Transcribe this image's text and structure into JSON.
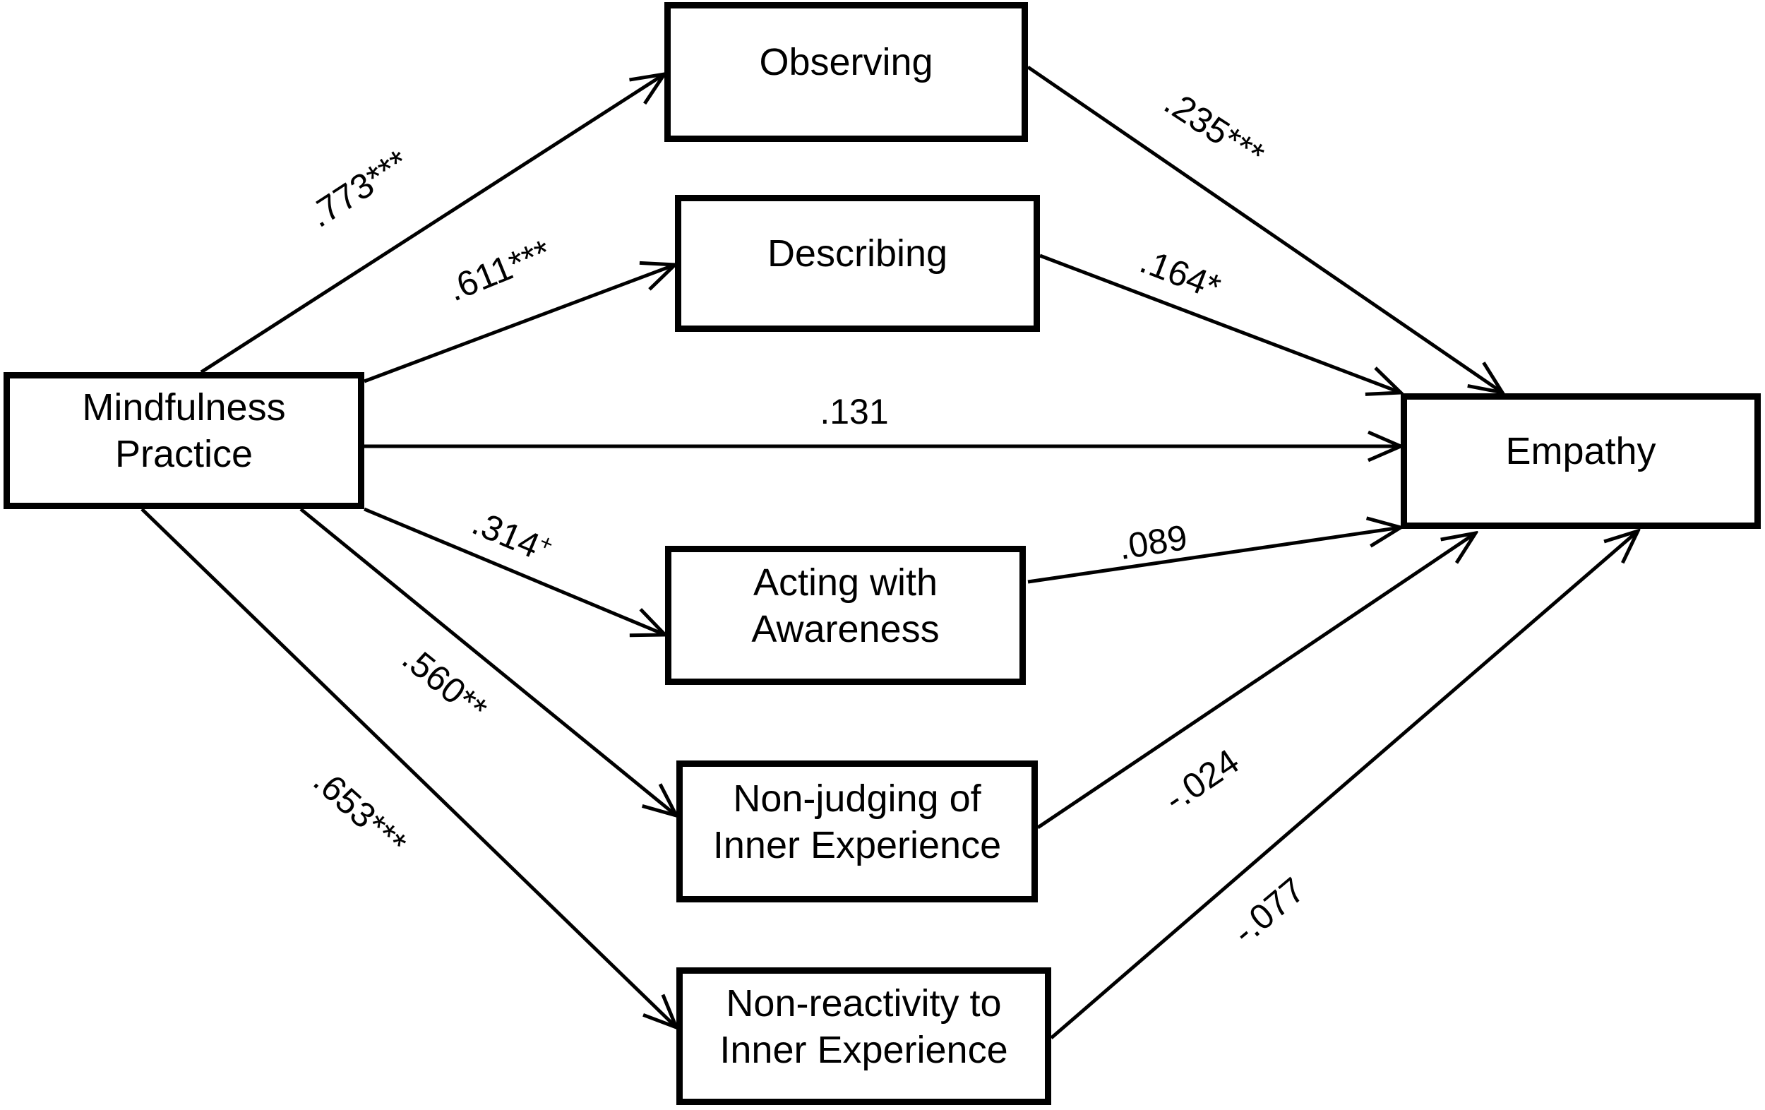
{
  "diagram": {
    "nodes": {
      "mindfulness": {
        "label": "Mindfulness\nPractice"
      },
      "observing": {
        "label": "Observing"
      },
      "describing": {
        "label": "Describing"
      },
      "acting": {
        "label": "Acting with\nAwareness"
      },
      "nonjudging": {
        "label": "Non-judging of\nInner Experience"
      },
      "nonreactivity": {
        "label": "Non-reactivity to\nInner Experience"
      },
      "empathy": {
        "label": "Empathy"
      }
    },
    "paths": [
      {
        "from": "Mindfulness Practice",
        "to": "Observing",
        "coefficient": ".773",
        "significance": "***",
        "text": ".773***"
      },
      {
        "from": "Mindfulness Practice",
        "to": "Describing",
        "coefficient": ".611",
        "significance": "***",
        "text": ".611***"
      },
      {
        "from": "Mindfulness Practice",
        "to": "Empathy",
        "coefficient": ".131",
        "significance": "",
        "text": ".131"
      },
      {
        "from": "Mindfulness Practice",
        "to": "Acting with Awareness",
        "coefficient": ".314",
        "significance": "+",
        "text": ".314+"
      },
      {
        "from": "Mindfulness Practice",
        "to": "Non-judging of Inner Experience",
        "coefficient": ".560",
        "significance": "**",
        "text": ".560**"
      },
      {
        "from": "Mindfulness Practice",
        "to": "Non-reactivity to Inner Experience",
        "coefficient": ".653",
        "significance": "***",
        "text": ".653***"
      },
      {
        "from": "Observing",
        "to": "Empathy",
        "coefficient": ".235",
        "significance": "***",
        "text": ".235***"
      },
      {
        "from": "Describing",
        "to": "Empathy",
        "coefficient": ".164",
        "significance": "*",
        "text": ".164*"
      },
      {
        "from": "Acting with Awareness",
        "to": "Empathy",
        "coefficient": ".089",
        "significance": "",
        "text": ".089"
      },
      {
        "from": "Non-judging of Inner Experience",
        "to": "Empathy",
        "coefficient": "-.024",
        "significance": "",
        "text": "-.024"
      },
      {
        "from": "Non-reactivity to Inner Experience",
        "to": "Empathy",
        "coefficient": "-.077",
        "significance": "",
        "text": "-.077"
      }
    ],
    "colors": {
      "background": "#ffffff",
      "line": "#000000",
      "box_border": "#000000",
      "text": "#000000"
    }
  }
}
